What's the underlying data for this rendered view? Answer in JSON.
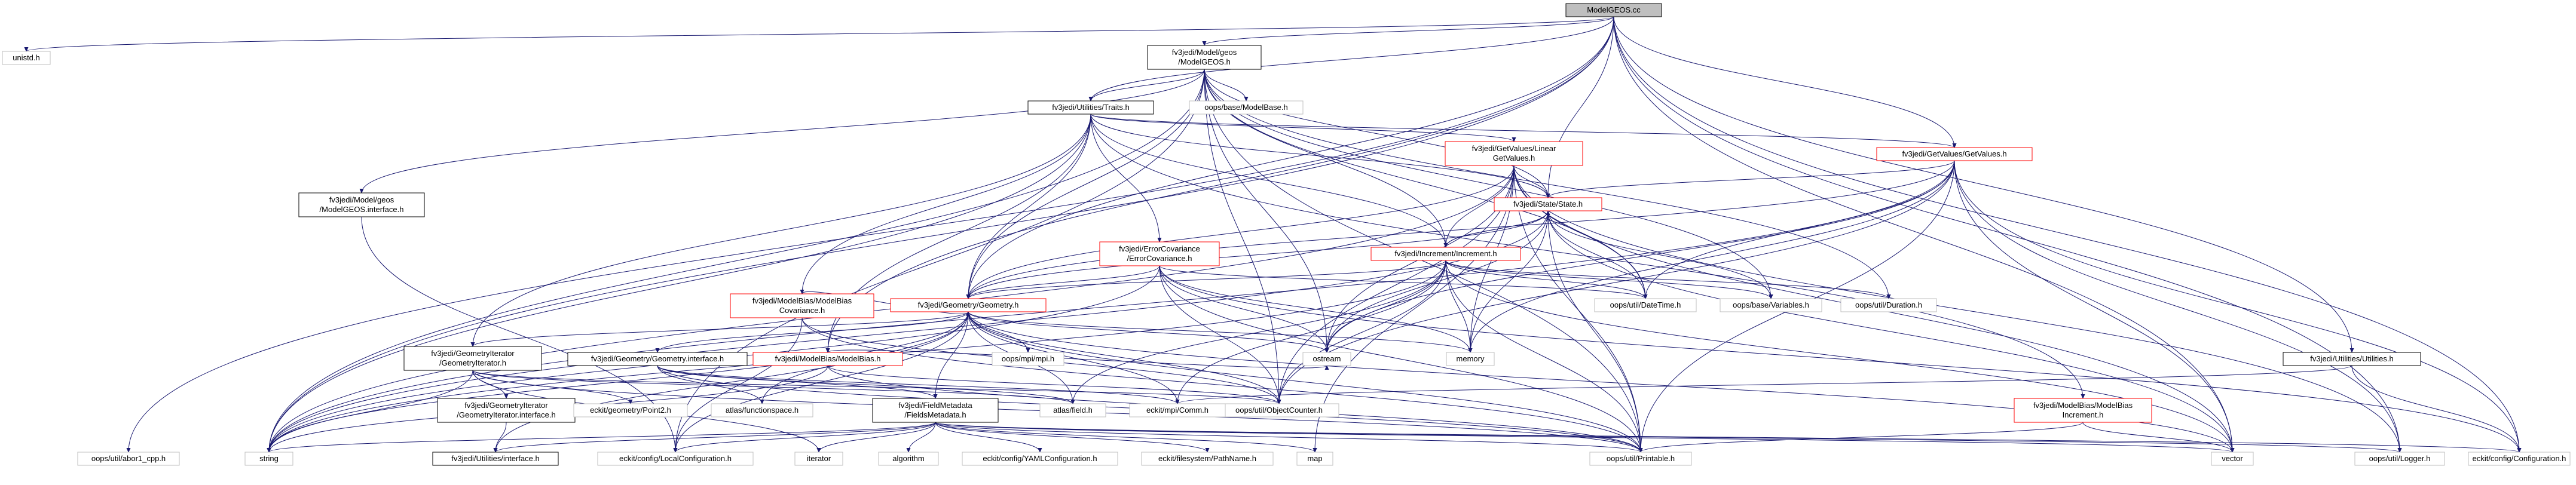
{
  "colors": {
    "edge": "#191970",
    "border_default": "#000000",
    "border_red": "#ff0000",
    "border_gray": "#bfbfbf",
    "root_fill": "#bfbfbf",
    "background": "#ffffff"
  },
  "nodes": [
    {
      "id": "root",
      "lines": [
        "ModelGEOS.cc"
      ],
      "border": "default",
      "root": true
    },
    {
      "id": "unistd",
      "lines": [
        "unistd.h"
      ],
      "border": "gray"
    },
    {
      "id": "modelgeos_h",
      "lines": [
        "fv3jedi/Model/geos",
        "/ModelGEOS.h"
      ],
      "border": "default"
    },
    {
      "id": "traits",
      "lines": [
        "fv3jedi/Utilities/Traits.h"
      ],
      "border": "default"
    },
    {
      "id": "modelbase",
      "lines": [
        "oops/base/ModelBase.h"
      ],
      "border": "gray"
    },
    {
      "id": "getvalues_linear",
      "lines": [
        "fv3jedi/GetValues/Linear",
        "GetValues.h"
      ],
      "border": "red"
    },
    {
      "id": "getvalues",
      "lines": [
        "fv3jedi/GetValues/GetValues.h"
      ],
      "border": "red"
    },
    {
      "id": "state",
      "lines": [
        "fv3jedi/State/State.h"
      ],
      "border": "red"
    },
    {
      "id": "increment",
      "lines": [
        "fv3jedi/Increment/Increment.h"
      ],
      "border": "red"
    },
    {
      "id": "errcov",
      "lines": [
        "fv3jedi/ErrorCovariance",
        "/ErrorCovariance.h"
      ],
      "border": "red"
    },
    {
      "id": "modelgeos_interface",
      "lines": [
        "fv3jedi/Model/geos",
        "/ModelGEOS.interface.h"
      ],
      "border": "default"
    },
    {
      "id": "modelbias_cov",
      "lines": [
        "fv3jedi/ModelBias/ModelBias",
        "Covariance.h"
      ],
      "border": "red"
    },
    {
      "id": "geometry",
      "lines": [
        "fv3jedi/Geometry/Geometry.h"
      ],
      "border": "red"
    },
    {
      "id": "geometry_iterator",
      "lines": [
        "fv3jedi/GeometryIterator",
        "/GeometryIterator.h"
      ],
      "border": "default"
    },
    {
      "id": "geometry_interface",
      "lines": [
        "fv3jedi/Geometry/Geometry.interface.h"
      ],
      "border": "default"
    },
    {
      "id": "modelbias",
      "lines": [
        "fv3jedi/ModelBias/ModelBias.h"
      ],
      "border": "red"
    },
    {
      "id": "geoiter_interface",
      "lines": [
        "fv3jedi/GeometryIterator",
        "/GeometryIterator.interface.h"
      ],
      "border": "default"
    },
    {
      "id": "fieldmetadata",
      "lines": [
        "fv3jedi/FieldMetadata",
        "/FieldsMetadata.h"
      ],
      "border": "default"
    },
    {
      "id": "utilities_interface",
      "lines": [
        "fv3jedi/Utilities/interface.h"
      ],
      "border": "default"
    },
    {
      "id": "utilities_h",
      "lines": [
        "fv3jedi/Utilities/Utilities.h"
      ],
      "border": "default"
    },
    {
      "id": "modelbias_increment",
      "lines": [
        "fv3jedi/ModelBias/ModelBias",
        "Increment.h"
      ],
      "border": "red"
    },
    {
      "id": "datetime",
      "lines": [
        "oops/util/DateTime.h"
      ],
      "border": "gray"
    },
    {
      "id": "variables",
      "lines": [
        "oops/base/Variables.h"
      ],
      "border": "gray"
    },
    {
      "id": "duration",
      "lines": [
        "oops/util/Duration.h"
      ],
      "border": "gray"
    },
    {
      "id": "ostream",
      "lines": [
        "ostream"
      ],
      "border": "gray"
    },
    {
      "id": "memory",
      "lines": [
        "memory"
      ],
      "border": "gray"
    },
    {
      "id": "mpi",
      "lines": [
        "oops/mpi/mpi.h"
      ],
      "border": "gray"
    },
    {
      "id": "objectcounter",
      "lines": [
        "oops/util/ObjectCounter.h"
      ],
      "border": "gray"
    },
    {
      "id": "comm",
      "lines": [
        "eckit/mpi/Comm.h"
      ],
      "border": "gray"
    },
    {
      "id": "atlasfield",
      "lines": [
        "atlas/field.h"
      ],
      "border": "gray"
    },
    {
      "id": "functionspace",
      "lines": [
        "atlas/functionspace.h"
      ],
      "border": "gray"
    },
    {
      "id": "point2",
      "lines": [
        "eckit/geometry/Point2.h"
      ],
      "border": "gray"
    },
    {
      "id": "abor1",
      "lines": [
        "oops/util/abor1_cpp.h"
      ],
      "border": "gray"
    },
    {
      "id": "string",
      "lines": [
        "string"
      ],
      "border": "gray"
    },
    {
      "id": "localconfig",
      "lines": [
        "eckit/config/LocalConfiguration.h"
      ],
      "border": "gray"
    },
    {
      "id": "iterator",
      "lines": [
        "iterator"
      ],
      "border": "gray"
    },
    {
      "id": "algorithm",
      "lines": [
        "algorithm"
      ],
      "border": "gray"
    },
    {
      "id": "yamlconfig",
      "lines": [
        "eckit/config/YAMLConfiguration.h"
      ],
      "border": "gray"
    },
    {
      "id": "pathname",
      "lines": [
        "eckit/filesystem/PathName.h"
      ],
      "border": "gray"
    },
    {
      "id": "map",
      "lines": [
        "map"
      ],
      "border": "gray"
    },
    {
      "id": "printable",
      "lines": [
        "oops/util/Printable.h"
      ],
      "border": "gray"
    },
    {
      "id": "vector",
      "lines": [
        "vector"
      ],
      "border": "gray"
    },
    {
      "id": "logger",
      "lines": [
        "oops/util/Logger.h"
      ],
      "border": "gray"
    },
    {
      "id": "configuration",
      "lines": [
        "eckit/config/Configuration.h"
      ],
      "border": "gray"
    }
  ],
  "edges": [
    [
      "root",
      "unistd"
    ],
    [
      "root",
      "modelgeos_h"
    ],
    [
      "root",
      "traits"
    ],
    [
      "root",
      "getvalues"
    ],
    [
      "root",
      "state"
    ],
    [
      "root",
      "modelbias"
    ],
    [
      "root",
      "geometry"
    ],
    [
      "root",
      "utilities_h"
    ],
    [
      "root",
      "abor1"
    ],
    [
      "root",
      "string"
    ],
    [
      "root",
      "logger"
    ],
    [
      "root",
      "configuration"
    ],
    [
      "root",
      "vector"
    ],
    [
      "modelgeos_h",
      "traits"
    ],
    [
      "modelgeos_h",
      "modelbase"
    ],
    [
      "modelgeos_h",
      "modelgeos_interface"
    ],
    [
      "modelgeos_h",
      "state"
    ],
    [
      "modelgeos_h",
      "geometry"
    ],
    [
      "modelgeos_h",
      "increment"
    ],
    [
      "modelgeos_h",
      "datetime"
    ],
    [
      "modelgeos_h",
      "variables"
    ],
    [
      "modelgeos_h",
      "duration"
    ],
    [
      "modelgeos_h",
      "ostream"
    ],
    [
      "modelgeos_h",
      "objectcounter"
    ],
    [
      "modelgeos_h",
      "printable"
    ],
    [
      "modelgeos_h",
      "string"
    ],
    [
      "modelgeos_h",
      "localconfig"
    ],
    [
      "traits",
      "getvalues_linear"
    ],
    [
      "traits",
      "getvalues"
    ],
    [
      "traits",
      "state"
    ],
    [
      "traits",
      "increment"
    ],
    [
      "traits",
      "errcov"
    ],
    [
      "traits",
      "modelbias_cov"
    ],
    [
      "traits",
      "geometry"
    ],
    [
      "traits",
      "geometry_iterator"
    ],
    [
      "traits",
      "modelbias"
    ],
    [
      "traits",
      "modelbias_increment"
    ],
    [
      "traits",
      "string"
    ],
    [
      "getvalues_linear",
      "state"
    ],
    [
      "getvalues_linear",
      "increment"
    ],
    [
      "getvalues_linear",
      "geometry"
    ],
    [
      "getvalues_linear",
      "datetime"
    ],
    [
      "getvalues_linear",
      "ostream"
    ],
    [
      "getvalues_linear",
      "memory"
    ],
    [
      "getvalues_linear",
      "objectcounter"
    ],
    [
      "getvalues_linear",
      "printable"
    ],
    [
      "getvalues_linear",
      "string"
    ],
    [
      "getvalues_linear",
      "vector"
    ],
    [
      "getvalues_linear",
      "logger"
    ],
    [
      "getvalues_linear",
      "map"
    ],
    [
      "getvalues",
      "state"
    ],
    [
      "getvalues",
      "geometry"
    ],
    [
      "getvalues",
      "datetime"
    ],
    [
      "getvalues",
      "ostream"
    ],
    [
      "getvalues",
      "memory"
    ],
    [
      "getvalues",
      "objectcounter"
    ],
    [
      "getvalues",
      "printable"
    ],
    [
      "getvalues",
      "string"
    ],
    [
      "getvalues",
      "vector"
    ],
    [
      "getvalues",
      "configuration"
    ],
    [
      "getvalues",
      "logger"
    ],
    [
      "state",
      "increment"
    ],
    [
      "state",
      "geometry"
    ],
    [
      "state",
      "datetime"
    ],
    [
      "state",
      "variables"
    ],
    [
      "state",
      "ostream"
    ],
    [
      "state",
      "memory"
    ],
    [
      "state",
      "printable"
    ],
    [
      "state",
      "string"
    ],
    [
      "state",
      "vector"
    ],
    [
      "increment",
      "state"
    ],
    [
      "increment",
      "geometry"
    ],
    [
      "increment",
      "datetime"
    ],
    [
      "increment",
      "variables"
    ],
    [
      "increment",
      "duration"
    ],
    [
      "increment",
      "ostream"
    ],
    [
      "increment",
      "memory"
    ],
    [
      "increment",
      "objectcounter"
    ],
    [
      "increment",
      "printable"
    ],
    [
      "increment",
      "string"
    ],
    [
      "increment",
      "vector"
    ],
    [
      "increment",
      "comm"
    ],
    [
      "increment",
      "atlasfield"
    ],
    [
      "errcov",
      "geometry"
    ],
    [
      "errcov",
      "ostream"
    ],
    [
      "errcov",
      "memory"
    ],
    [
      "errcov",
      "objectcounter"
    ],
    [
      "errcov",
      "printable"
    ],
    [
      "errcov",
      "string"
    ],
    [
      "errcov",
      "datetime"
    ],
    [
      "errcov",
      "configuration"
    ],
    [
      "modelbias_cov",
      "geometry"
    ],
    [
      "modelbias_cov",
      "objectcounter"
    ],
    [
      "modelbias_cov",
      "printable"
    ],
    [
      "modelbias_cov",
      "localconfig"
    ],
    [
      "geometry",
      "geometry_iterator"
    ],
    [
      "geometry",
      "geometry_interface"
    ],
    [
      "geometry",
      "fieldmetadata"
    ],
    [
      "geometry",
      "mpi"
    ],
    [
      "geometry",
      "ostream"
    ],
    [
      "geometry",
      "memory"
    ],
    [
      "geometry",
      "objectcounter"
    ],
    [
      "geometry",
      "printable"
    ],
    [
      "geometry",
      "comm"
    ],
    [
      "geometry",
      "atlasfield"
    ],
    [
      "geometry",
      "functionspace"
    ],
    [
      "geometry",
      "string"
    ],
    [
      "geometry",
      "vector"
    ],
    [
      "geometry",
      "utilities_interface"
    ],
    [
      "geometry",
      "localconfig"
    ],
    [
      "geometry_iterator",
      "geoiter_interface"
    ],
    [
      "geometry_iterator",
      "point2"
    ],
    [
      "geometry_iterator",
      "iterator"
    ],
    [
      "geometry_iterator",
      "string"
    ],
    [
      "geometry_iterator",
      "objectcounter"
    ],
    [
      "geometry_iterator",
      "printable"
    ],
    [
      "geometry_iterator",
      "atlasfield"
    ],
    [
      "geometry_interface",
      "fieldmetadata"
    ],
    [
      "geometry_interface",
      "atlasfield"
    ],
    [
      "geometry_interface",
      "functionspace"
    ],
    [
      "geometry_interface",
      "comm"
    ],
    [
      "geometry_interface",
      "printable"
    ],
    [
      "modelbias",
      "ostream"
    ],
    [
      "modelbias",
      "objectcounter"
    ],
    [
      "modelbias",
      "printable"
    ],
    [
      "modelbias",
      "string"
    ],
    [
      "geoiter_interface",
      "utilities_interface"
    ],
    [
      "fieldmetadata",
      "string"
    ],
    [
      "fieldmetadata",
      "localconfig"
    ],
    [
      "fieldmetadata",
      "iterator"
    ],
    [
      "fieldmetadata",
      "algorithm"
    ],
    [
      "fieldmetadata",
      "yamlconfig"
    ],
    [
      "fieldmetadata",
      "pathname"
    ],
    [
      "fieldmetadata",
      "map"
    ],
    [
      "fieldmetadata",
      "printable"
    ],
    [
      "fieldmetadata",
      "vector"
    ],
    [
      "fieldmetadata",
      "logger"
    ],
    [
      "fieldmetadata",
      "configuration"
    ],
    [
      "fieldmetadata",
      "utilities_interface"
    ],
    [
      "modelgeos_interface",
      "localconfig"
    ],
    [
      "utilities_h",
      "comm"
    ],
    [
      "utilities_h",
      "configuration"
    ],
    [
      "modelbias_increment",
      "printable"
    ],
    [
      "modelbias_increment",
      "vector"
    ]
  ]
}
